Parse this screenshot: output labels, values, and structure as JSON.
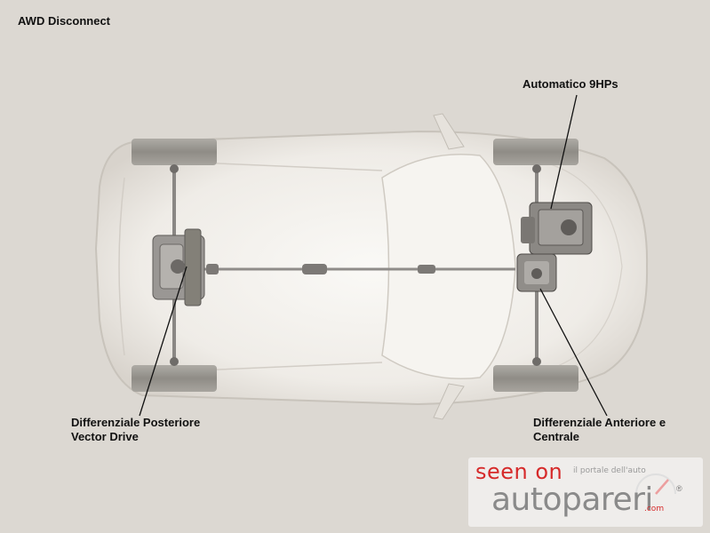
{
  "title": "AWD Disconnect",
  "labels": {
    "transmission": "Automatico 9HPs",
    "rear_diff_line1": "Differenziale Posteriore",
    "rear_diff_line2": "Vector Drive",
    "front_diff_line1": "Differenziale Anteriore e",
    "front_diff_line2": "Centrale"
  },
  "watermark": {
    "seen_on": "seen on",
    "tagline": "il portale dell'auto",
    "brand": "autopareri",
    "dotcom": ".com",
    "registered": "®"
  },
  "colors": {
    "background": "#dcd8d2",
    "car_body": "#efece7",
    "tyre": "#9b9892",
    "drivetrain": "#8a8784",
    "watermark_red": "#d62a2a",
    "watermark_grey": "#8a8a8a"
  }
}
